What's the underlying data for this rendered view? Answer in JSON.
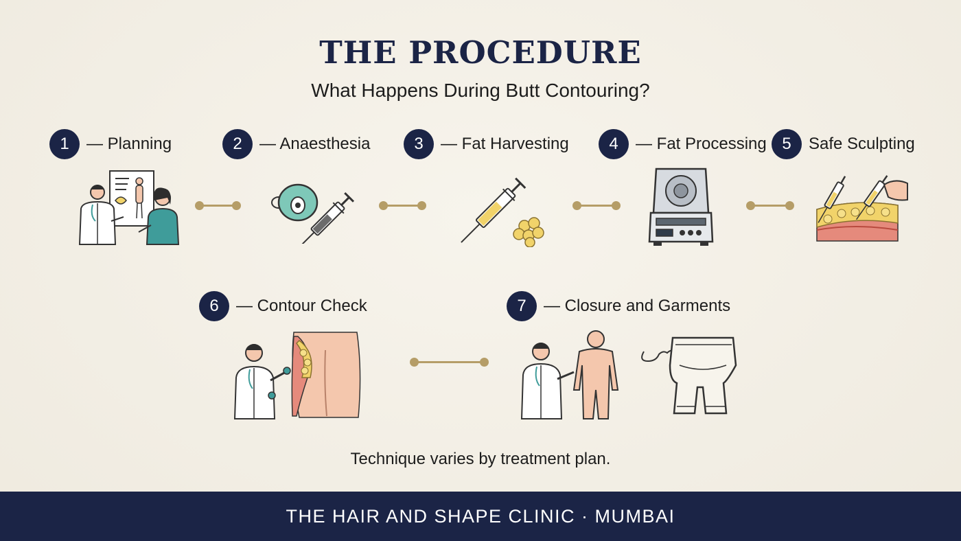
{
  "header": {
    "title": "THE PROCEDURE",
    "subtitle": "What Happens During Butt Contouring?"
  },
  "steps": [
    {
      "number": "1",
      "label": "— Planning",
      "icon": "doctor-consultation-icon"
    },
    {
      "number": "2",
      "label": "— Anaesthesia",
      "icon": "anaesthesia-mask-syringe-icon"
    },
    {
      "number": "3",
      "label": "— Fat Harvesting",
      "icon": "syringe-fat-cells-icon"
    },
    {
      "number": "4",
      "label": "— Fat Processing",
      "icon": "centrifuge-icon"
    },
    {
      "number": "5",
      "label": "Safe Sculpting",
      "icon": "fat-injection-tissue-icon"
    },
    {
      "number": "6",
      "label": "— Contour Check",
      "icon": "doctor-contour-check-icon"
    },
    {
      "number": "7",
      "label": "— Closure and Garments",
      "icon": "doctor-garment-icon"
    }
  ],
  "note": "Technique varies by treatment plan.",
  "footer": {
    "text": "THE HAIR AND SHAPE CLINIC · MUMBAI"
  },
  "colors": {
    "navy": "#1b2446",
    "gold": "#b59d67",
    "background": "#f3efe6",
    "teal": "#3f9c9a",
    "fat": "#f1d36a",
    "skin": "#f4c7ad"
  }
}
